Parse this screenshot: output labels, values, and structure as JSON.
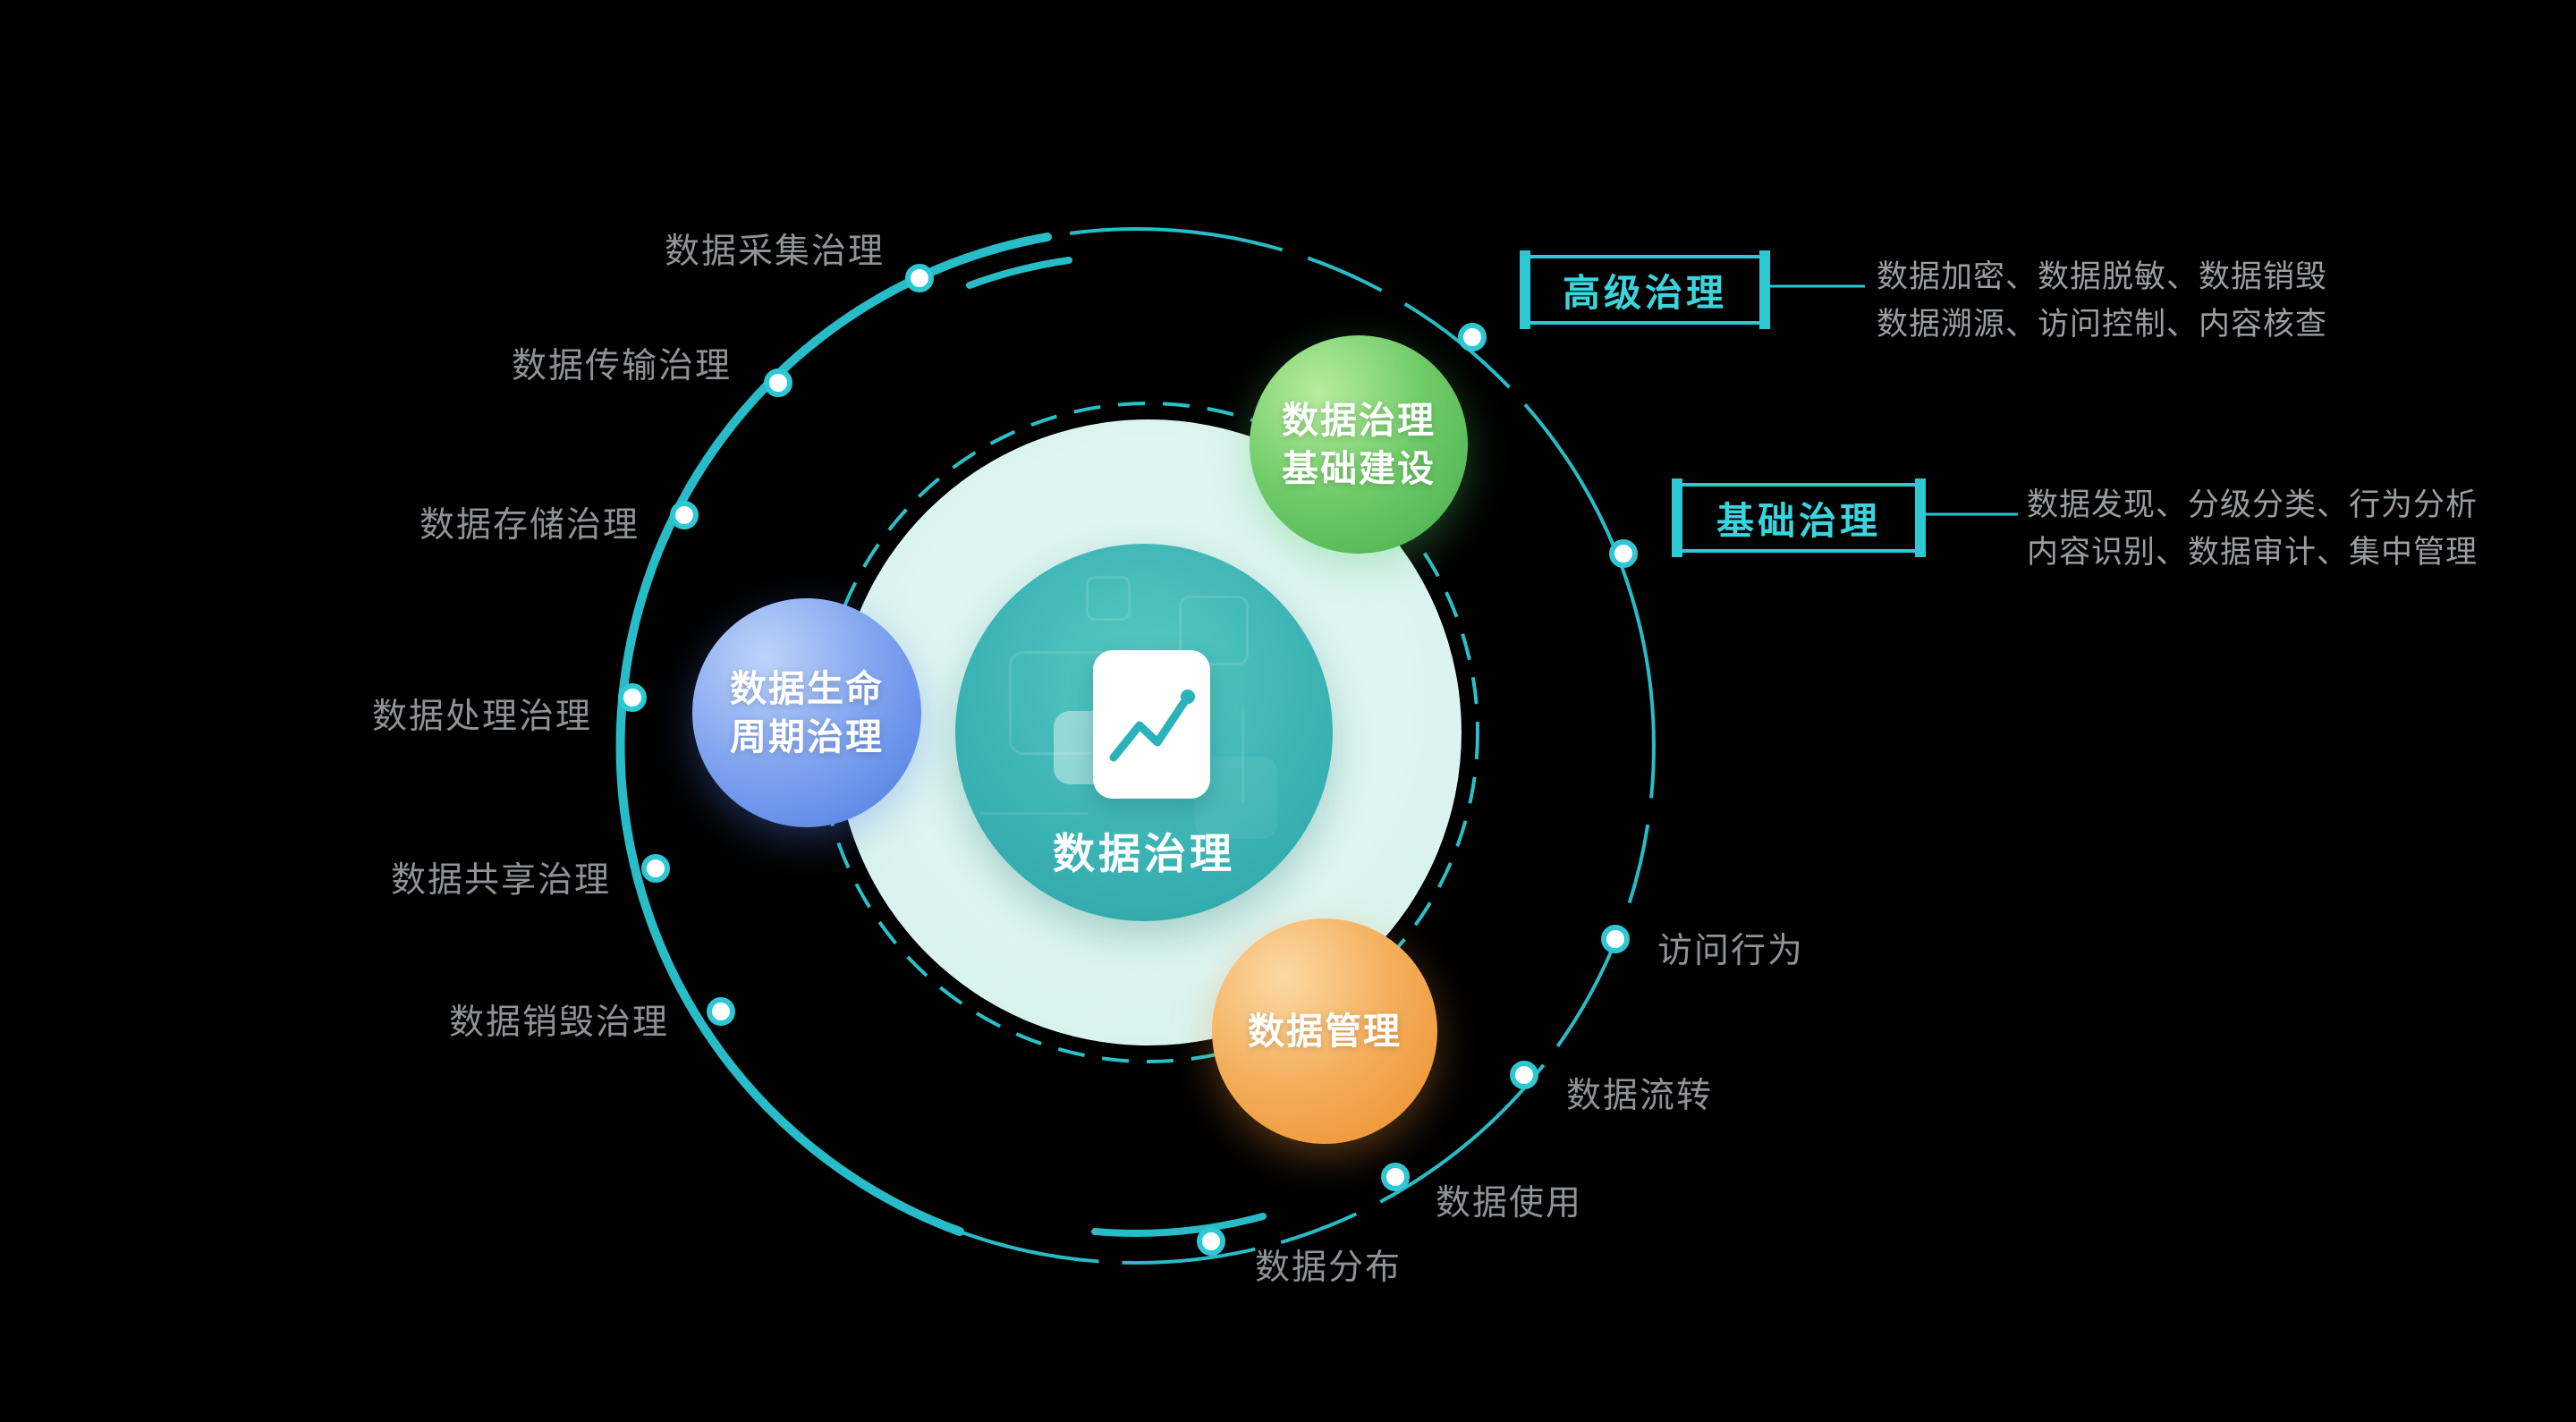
{
  "center": {
    "label": "数据治理",
    "icon": "document-chart-icon"
  },
  "satellites": {
    "infrastructure": {
      "line1": "数据治理",
      "line2": "基础建设"
    },
    "lifecycle": {
      "line1": "数据生命",
      "line2": "周期治理"
    },
    "management": {
      "line1": "数据管理"
    }
  },
  "left_labels": [
    "数据采集治理",
    "数据传输治理",
    "数据存储治理",
    "数据处理治理",
    "数据共享治理",
    "数据销毁治理"
  ],
  "bottom_labels": [
    "访问行为",
    "数据流转",
    "数据使用",
    "数据分布"
  ],
  "callouts": {
    "advanced": {
      "label": "高级治理",
      "desc1": "数据加密、数据脱敏、数据销毁",
      "desc2": "数据溯源、访问控制、内容核查"
    },
    "basic": {
      "label": "基础治理",
      "desc1": "数据发现、分级分类、行为分析",
      "desc2": "内容识别、数据审计、集中管理"
    }
  },
  "colors": {
    "accent": "#2cc8d3",
    "halo": "#def5f1",
    "core": "#3cb4b4",
    "green": "#5fc163",
    "blue": "#5b8ae8",
    "orange": "#f09a3e",
    "label_gray": "#8f9396"
  }
}
